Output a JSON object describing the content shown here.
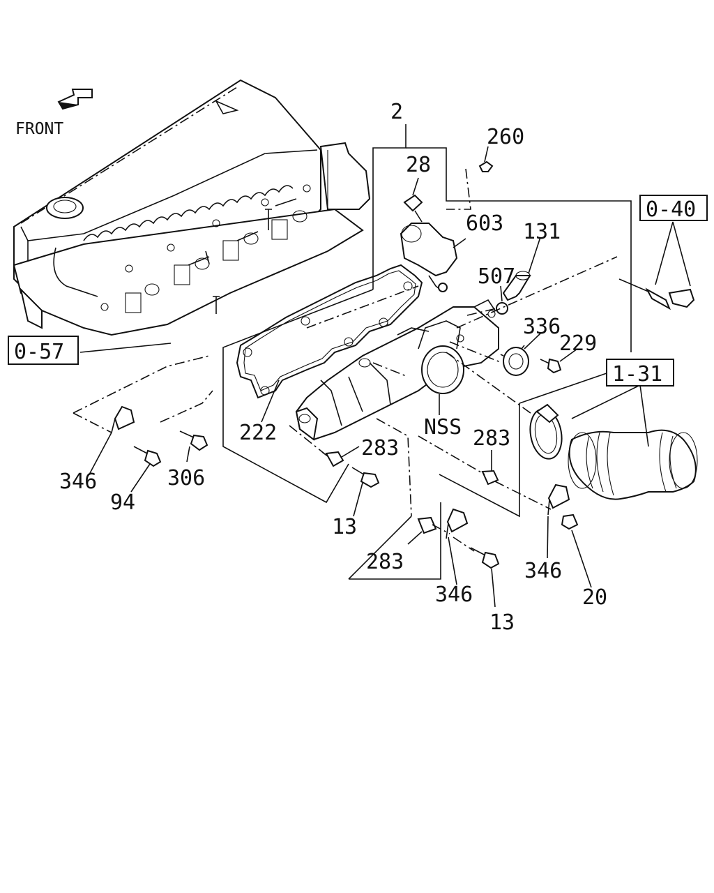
{
  "direction_label": "FRONT",
  "ref_boxes": {
    "r057": "0-57",
    "r040": "0-40",
    "r131": "1-31"
  },
  "parts": {
    "p2": "2",
    "p260": "260",
    "p28": "28",
    "p603": "603",
    "p131": "131",
    "p507": "507",
    "p336": "336",
    "p229": "229",
    "p222": "222",
    "pNSS": "NSS",
    "p283a": "283",
    "p283b": "283",
    "p283c": "283",
    "p346a": "346",
    "p346b": "346",
    "p346c": "346",
    "p94": "94",
    "p306": "306",
    "p13a": "13",
    "p13b": "13",
    "p20": "20"
  },
  "icons": [
    "front-arrow-icon"
  ],
  "colors": {
    "ink": "#111111",
    "background": "#ffffff"
  }
}
